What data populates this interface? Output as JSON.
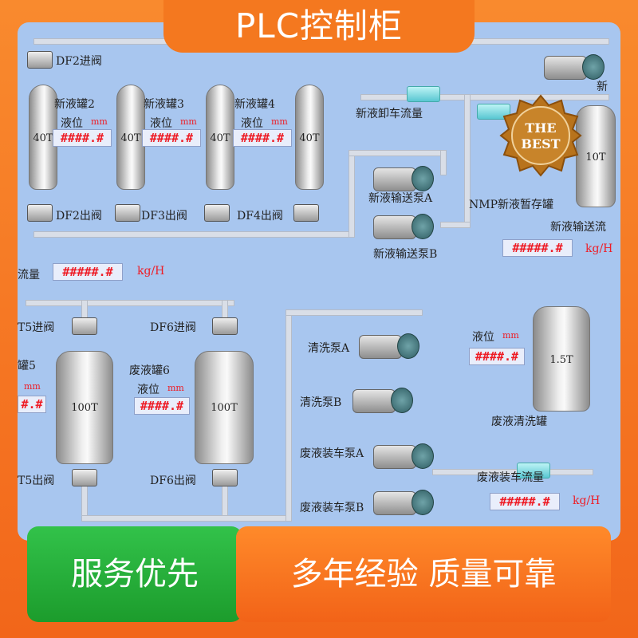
{
  "header": {
    "title": "PLC控制柜"
  },
  "footer": {
    "left": "服务优先",
    "right": "多年经验 质量可靠"
  },
  "badge": {
    "line1": "THE",
    "line2": "BEST"
  },
  "scada": {
    "valves_top": [
      "DF2进阀",
      "DF2出阀",
      "DF3出阀",
      "DF4出阀",
      "T5进阀",
      "DF6进阀",
      "T5出阀",
      "DF6出阀"
    ],
    "tank_labels": [
      "新液罐2",
      "新液罐3",
      "新液罐4",
      "罐5",
      "废液罐6",
      "新液暂存罐",
      "废液清洗罐"
    ],
    "level_label": "液位",
    "level_unit": "mm",
    "masked_value": "####.#",
    "masked_value_partial": "#.#",
    "masked_flow": "#####.#",
    "flow_unit": "kg/H",
    "flow_unit_lower": "kg/H",
    "flow_labels": [
      "新液卸车流量",
      "流量",
      "新液输送流",
      "废液装车流量"
    ],
    "pumps": [
      "新液输送泵A",
      "新液输送泵B",
      "清洗泵A",
      "清洗泵B",
      "废液装车泵A",
      "废液装车泵B"
    ],
    "capacities": [
      "40T",
      "40T",
      "40T",
      "40T",
      "10T",
      "100T",
      "100T",
      "1.5T"
    ],
    "nmp_label": "NMP新液暂存罐",
    "partial_label": "新"
  }
}
